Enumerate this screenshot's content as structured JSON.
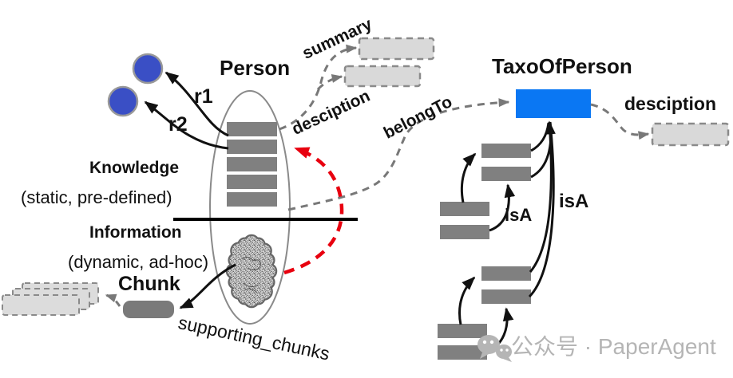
{
  "person": {
    "title": "Person",
    "relation1": "r1",
    "relation2": "r2"
  },
  "knowledge": {
    "label": "Knowledge",
    "sub": "(static, pre-defined)"
  },
  "information": {
    "label": "Information",
    "sub": "(dynamic, ad-hoc)"
  },
  "chunk": {
    "label": "Chunk",
    "edge": "supporting_chunks"
  },
  "person_edges": {
    "summary": "summary",
    "desciption": "desciption"
  },
  "taxonomy": {
    "title": "TaxoOfPerson",
    "belong_to": "belongTo",
    "desciption": "desciption",
    "isa_inner": "isA",
    "isa_outer": "isA"
  },
  "watermark": {
    "text": "公众号 · PaperAgent"
  },
  "colors": {
    "entity_circle_blue": "#3a4fc5",
    "taxo_rect_blue": "#0a77f3",
    "node_gray": "#808080",
    "red_arc": "#e8000f",
    "dashed_gray": "#787878",
    "dashed_fill": "#dcdcdc"
  }
}
